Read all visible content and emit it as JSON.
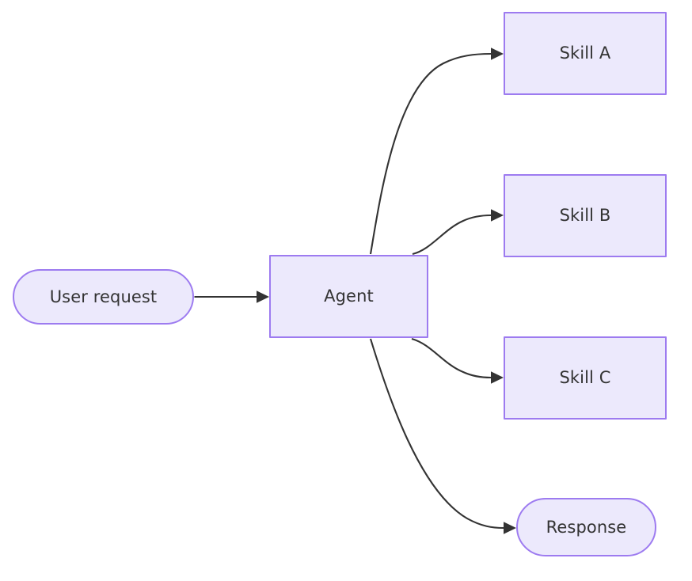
{
  "diagram": {
    "type": "flowchart",
    "orientation": "left-to-right",
    "background_color": "#ffffff",
    "node_fill_color": "#ece9fc",
    "node_border_color": "#9d7bf0",
    "text_color": "#333333",
    "edge_color": "#333333",
    "nodes": [
      {
        "id": "user_request",
        "label": "User request",
        "shape": "stadium"
      },
      {
        "id": "agent",
        "label": "Agent",
        "shape": "rectangle"
      },
      {
        "id": "skill_a",
        "label": "Skill A",
        "shape": "rectangle"
      },
      {
        "id": "skill_b",
        "label": "Skill B",
        "shape": "rectangle"
      },
      {
        "id": "skill_c",
        "label": "Skill C",
        "shape": "rectangle"
      },
      {
        "id": "response",
        "label": "Response",
        "shape": "stadium"
      }
    ],
    "edges": [
      {
        "id": "e1",
        "from": "user_request",
        "to": "agent",
        "label": "",
        "style": "solid-arrow",
        "shape": "straight"
      },
      {
        "id": "e2",
        "from": "agent",
        "to": "skill_a",
        "label": "",
        "style": "solid-arrow",
        "shape": "curved"
      },
      {
        "id": "e3",
        "from": "agent",
        "to": "skill_b",
        "label": "",
        "style": "solid-arrow",
        "shape": "curved"
      },
      {
        "id": "e4",
        "from": "agent",
        "to": "skill_c",
        "label": "",
        "style": "solid-arrow",
        "shape": "curved"
      },
      {
        "id": "e5",
        "from": "agent",
        "to": "response",
        "label": "",
        "style": "solid-arrow",
        "shape": "curved"
      }
    ]
  }
}
